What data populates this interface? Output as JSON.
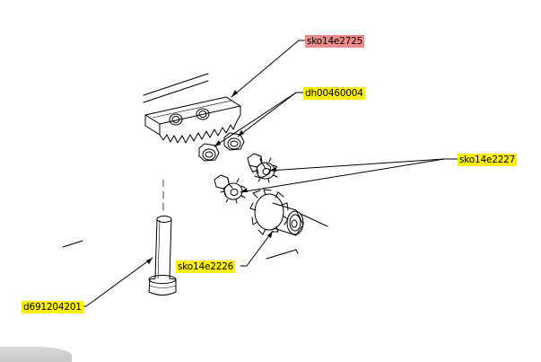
{
  "callouts": {
    "sko14e2725": "sko14e2725",
    "dh00460004": "dh00460004",
    "sko14e2227": "sko14e2227",
    "sko14e2226": "sko14e2226",
    "d691204201": "d691204201"
  },
  "colors": {
    "highlight_yellow": "#fff200",
    "highlight_red": "#f08a8a",
    "line": "#000000"
  }
}
